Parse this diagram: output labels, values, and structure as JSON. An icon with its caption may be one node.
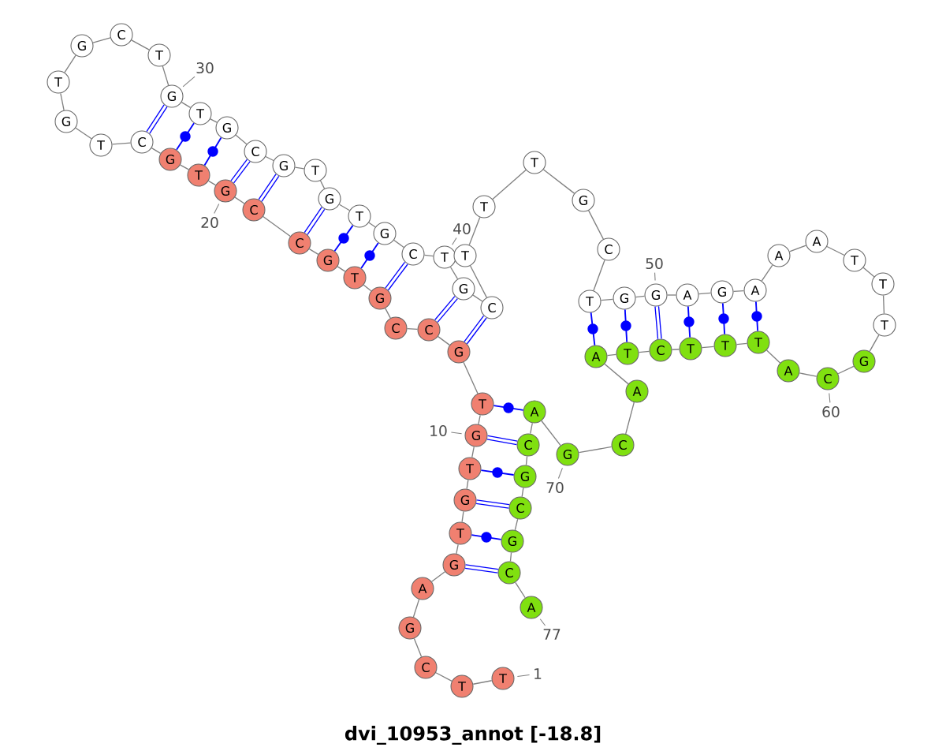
{
  "diagram": {
    "title": "dvi_10953_annot [-18.8]",
    "nodes": [
      {
        "text": [
          "T"
        ]
      },
      {
        "text": [
          "T"
        ]
      },
      {
        "text": [
          "C"
        ]
      },
      {
        "text": [
          "G"
        ]
      },
      {
        "text": [
          "A"
        ]
      },
      {
        "text": [
          "G"
        ]
      },
      {
        "text": [
          "T"
        ]
      },
      {
        "text": [
          "G"
        ]
      },
      {
        "text": [
          "T"
        ]
      },
      {
        "text": [
          "G"
        ]
      },
      {
        "text": [
          "T"
        ]
      },
      {
        "text": [
          "G"
        ]
      },
      {
        "text": [
          "C"
        ]
      },
      {
        "text": [
          "C"
        ]
      },
      {
        "text": [
          "G"
        ]
      },
      {
        "text": [
          "T"
        ]
      },
      {
        "text": [
          "G"
        ]
      },
      {
        "text": [
          "C"
        ]
      },
      {
        "text": [
          "C"
        ]
      },
      {
        "text": [
          "G"
        ]
      },
      {
        "text": [
          "T"
        ]
      },
      {
        "text": [
          "G"
        ]
      },
      {
        "text": [
          "C"
        ]
      },
      {
        "text": [
          "T"
        ]
      },
      {
        "text": [
          "G"
        ]
      },
      {
        "text": [
          "T"
        ]
      },
      {
        "text": [
          "G"
        ]
      },
      {
        "text": [
          "C"
        ]
      },
      {
        "text": [
          "T"
        ]
      },
      {
        "text": [
          "G"
        ]
      },
      {
        "text": [
          "T"
        ]
      },
      {
        "text": [
          "G"
        ]
      },
      {
        "text": [
          "C"
        ]
      },
      {
        "text": [
          "G"
        ]
      },
      {
        "text": [
          "T"
        ]
      },
      {
        "text": [
          "G"
        ]
      },
      {
        "text": [
          "T"
        ]
      },
      {
        "text": [
          "G"
        ]
      },
      {
        "text": [
          "C"
        ]
      },
      {
        "text": [
          "T"
        ]
      },
      {
        "text": [
          "G"
        ]
      },
      {
        "text": [
          "C"
        ]
      },
      {
        "text": [
          "T"
        ]
      },
      {
        "text": [
          "T"
        ]
      },
      {
        "text": [
          "T"
        ]
      },
      {
        "text": [
          "G"
        ]
      },
      {
        "text": [
          "C"
        ]
      },
      {
        "text": [
          "T"
        ]
      },
      {
        "text": [
          "G"
        ]
      },
      {
        "text": [
          "G"
        ]
      },
      {
        "text": [
          "A"
        ]
      },
      {
        "text": [
          "G"
        ]
      },
      {
        "text": [
          "A"
        ]
      },
      {
        "text": [
          "A"
        ]
      },
      {
        "text": [
          "A"
        ]
      },
      {
        "text": [
          "T"
        ]
      },
      {
        "text": [
          "T"
        ]
      },
      {
        "text": [
          "T"
        ]
      },
      {
        "text": [
          "G"
        ]
      },
      {
        "text": [
          "C"
        ]
      },
      {
        "text": [
          "A"
        ]
      },
      {
        "text": [
          "T"
        ]
      },
      {
        "text": [
          "T"
        ]
      },
      {
        "text": [
          "T"
        ]
      },
      {
        "text": [
          "C"
        ]
      },
      {
        "text": [
          "T"
        ]
      },
      {
        "text": [
          "A"
        ]
      },
      {
        "text": [
          "A"
        ]
      },
      {
        "text": [
          "C"
        ]
      },
      {
        "text": [
          "G"
        ]
      },
      {
        "text": [
          "A"
        ]
      },
      {
        "text": [
          "C"
        ]
      },
      {
        "text": [
          "G"
        ]
      },
      {
        "text": [
          "C"
        ]
      },
      {
        "text": [
          "G"
        ]
      },
      {
        "text": [
          "C"
        ]
      },
      {
        "text": [
          "A"
        ]
      },
      {
        "text": [
          "1"
        ]
      },
      {
        "text": [
          "10"
        ]
      },
      {
        "text": [
          "20"
        ]
      },
      {
        "text": [
          "30"
        ]
      },
      {
        "text": [
          "40"
        ]
      },
      {
        "text": [
          "50"
        ]
      },
      {
        "text": [
          "60"
        ]
      },
      {
        "text": [
          "70"
        ]
      },
      {
        "text": [
          "77"
        ]
      }
    ],
    "edges": [
      {
        "from": 0,
        "to": 1,
        "arrow": "none"
      },
      {
        "from": 1,
        "to": 2,
        "arrow": "none"
      },
      {
        "from": 2,
        "to": 3,
        "arrow": "none"
      },
      {
        "from": 3,
        "to": 4,
        "arrow": "none"
      },
      {
        "from": 4,
        "to": 5,
        "arrow": "none"
      },
      {
        "from": 5,
        "to": 6,
        "arrow": "none"
      },
      {
        "from": 6,
        "to": 7,
        "arrow": "none"
      },
      {
        "from": 7,
        "to": 8,
        "arrow": "none"
      },
      {
        "from": 8,
        "to": 9,
        "arrow": "none"
      },
      {
        "from": 9,
        "to": 10,
        "arrow": "none"
      },
      {
        "from": 10,
        "to": 11,
        "arrow": "none"
      },
      {
        "from": 11,
        "to": 12,
        "arrow": "none"
      },
      {
        "from": 12,
        "to": 13,
        "arrow": "none"
      },
      {
        "from": 13,
        "to": 14,
        "arrow": "none"
      },
      {
        "from": 14,
        "to": 15,
        "arrow": "none"
      },
      {
        "from": 15,
        "to": 16,
        "arrow": "none"
      },
      {
        "from": 16,
        "to": 17,
        "arrow": "none"
      },
      {
        "from": 17,
        "to": 18,
        "arrow": "none"
      },
      {
        "from": 18,
        "to": 19,
        "arrow": "none"
      },
      {
        "from": 19,
        "to": 20,
        "arrow": "none"
      },
      {
        "from": 20,
        "to": 21,
        "arrow": "none"
      },
      {
        "from": 21,
        "to": 22,
        "arrow": "none"
      },
      {
        "from": 22,
        "to": 23,
        "arrow": "none"
      },
      {
        "from": 23,
        "to": 24,
        "arrow": "none"
      },
      {
        "from": 24,
        "to": 25,
        "arrow": "none"
      },
      {
        "from": 25,
        "to": 26,
        "arrow": "none"
      },
      {
        "from": 26,
        "to": 27,
        "arrow": "none"
      },
      {
        "from": 27,
        "to": 28,
        "arrow": "none"
      },
      {
        "from": 28,
        "to": 29,
        "arrow": "none"
      },
      {
        "from": 29,
        "to": 30,
        "arrow": "none"
      },
      {
        "from": 30,
        "to": 31,
        "arrow": "none"
      },
      {
        "from": 31,
        "to": 32,
        "arrow": "none"
      },
      {
        "from": 32,
        "to": 33,
        "arrow": "none"
      },
      {
        "from": 33,
        "to": 34,
        "arrow": "none"
      },
      {
        "from": 34,
        "to": 35,
        "arrow": "none"
      },
      {
        "from": 35,
        "to": 36,
        "arrow": "none"
      },
      {
        "from": 36,
        "to": 37,
        "arrow": "none"
      },
      {
        "from": 37,
        "to": 38,
        "arrow": "none"
      },
      {
        "from": 38,
        "to": 39,
        "arrow": "none"
      },
      {
        "from": 39,
        "to": 40,
        "arrow": "none"
      },
      {
        "from": 40,
        "to": 41,
        "arrow": "none"
      },
      {
        "from": 41,
        "to": 42,
        "arrow": "none"
      },
      {
        "from": 42,
        "to": 43,
        "arrow": "none"
      },
      {
        "from": 43,
        "to": 44,
        "arrow": "none"
      },
      {
        "from": 44,
        "to": 45,
        "arrow": "none"
      },
      {
        "from": 45,
        "to": 46,
        "arrow": "none"
      },
      {
        "from": 46,
        "to": 47,
        "arrow": "none"
      },
      {
        "from": 47,
        "to": 48,
        "arrow": "none"
      },
      {
        "from": 48,
        "to": 49,
        "arrow": "none"
      },
      {
        "from": 49,
        "to": 50,
        "arrow": "none"
      },
      {
        "from": 50,
        "to": 51,
        "arrow": "none"
      },
      {
        "from": 51,
        "to": 52,
        "arrow": "none"
      },
      {
        "from": 52,
        "to": 53,
        "arrow": "none"
      },
      {
        "from": 53,
        "to": 54,
        "arrow": "none"
      },
      {
        "from": 54,
        "to": 55,
        "arrow": "none"
      },
      {
        "from": 55,
        "to": 56,
        "arrow": "none"
      },
      {
        "from": 56,
        "to": 57,
        "arrow": "none"
      },
      {
        "from": 57,
        "to": 58,
        "arrow": "none"
      },
      {
        "from": 58,
        "to": 59,
        "arrow": "none"
      },
      {
        "from": 59,
        "to": 60,
        "arrow": "none"
      },
      {
        "from": 60,
        "to": 61,
        "arrow": "none"
      },
      {
        "from": 61,
        "to": 62,
        "arrow": "none"
      },
      {
        "from": 62,
        "to": 63,
        "arrow": "none"
      },
      {
        "from": 63,
        "to": 64,
        "arrow": "none"
      },
      {
        "from": 64,
        "to": 65,
        "arrow": "none"
      },
      {
        "from": 65,
        "to": 66,
        "arrow": "none"
      },
      {
        "from": 66,
        "to": 67,
        "arrow": "none"
      },
      {
        "from": 67,
        "to": 68,
        "arrow": "none"
      },
      {
        "from": 68,
        "to": 69,
        "arrow": "none"
      },
      {
        "from": 69,
        "to": 70,
        "arrow": "none"
      },
      {
        "from": 70,
        "to": 71,
        "arrow": "none"
      },
      {
        "from": 71,
        "to": 72,
        "arrow": "none"
      },
      {
        "from": 72,
        "to": 73,
        "arrow": "none"
      },
      {
        "from": 73,
        "to": 74,
        "arrow": "none"
      },
      {
        "from": 74,
        "to": 75,
        "arrow": "none"
      },
      {
        "from": 75,
        "to": 76,
        "arrow": "none"
      },
      {
        "from": 22,
        "to": 29,
        "arrow": "none",
        "style": "thick",
        "color": "#0000ff"
      },
      {
        "from": 21,
        "to": 30,
        "arrow": "none",
        "color": "#0000ff"
      },
      {
        "from": 20,
        "to": 31,
        "arrow": "none",
        "color": "#0000ff"
      },
      {
        "from": 19,
        "to": 32,
        "arrow": "none",
        "style": "thick",
        "color": "#0000ff"
      },
      {
        "from": 18,
        "to": 33,
        "arrow": "none",
        "style": "thick",
        "color": "#0000ff"
      },
      {
        "from": 17,
        "to": 35,
        "arrow": "none",
        "style": "thick",
        "color": "#0000ff"
      },
      {
        "from": 16,
        "to": 36,
        "arrow": "none",
        "color": "#0000ff"
      },
      {
        "from": 15,
        "to": 37,
        "arrow": "none",
        "color": "#0000ff"
      },
      {
        "from": 14,
        "to": 38,
        "arrow": "none",
        "style": "thick",
        "color": "#0000ff"
      },
      {
        "from": 12,
        "to": 40,
        "arrow": "none",
        "style": "thick",
        "color": "#0000ff"
      },
      {
        "from": 11,
        "to": 41,
        "arrow": "none",
        "style": "thick",
        "color": "#0000ff"
      },
      {
        "from": 10,
        "to": 70,
        "arrow": "none",
        "color": "#0000ff"
      },
      {
        "from": 9,
        "to": 71,
        "arrow": "none",
        "style": "thick",
        "color": "#0000ff"
      },
      {
        "from": 8,
        "to": 72,
        "arrow": "none",
        "color": "#0000ff"
      },
      {
        "from": 7,
        "to": 73,
        "arrow": "none",
        "style": "thick",
        "color": "#0000ff"
      },
      {
        "from": 6,
        "to": 74,
        "arrow": "none",
        "color": "#0000ff"
      },
      {
        "from": 5,
        "to": 75,
        "arrow": "none",
        "style": "thick",
        "color": "#0000ff"
      },
      {
        "from": 47,
        "to": 66,
        "arrow": "none",
        "color": "#0000ff"
      },
      {
        "from": 48,
        "to": 65,
        "arrow": "none",
        "color": "#0000ff"
      },
      {
        "from": 49,
        "to": 64,
        "arrow": "none",
        "style": "thick",
        "color": "#0000ff"
      },
      {
        "from": 50,
        "to": 63,
        "arrow": "none",
        "color": "#0000ff"
      },
      {
        "from": 51,
        "to": 62,
        "arrow": "none",
        "color": "#0000ff"
      },
      {
        "from": 52,
        "to": 61,
        "arrow": "none",
        "color": "#0000ff"
      },
      {
        "from": 77,
        "to": 0,
        "arrow": "none"
      },
      {
        "from": 78,
        "to": 9,
        "arrow": "none"
      },
      {
        "from": 79,
        "to": 19,
        "arrow": "none"
      },
      {
        "from": 80,
        "to": 29,
        "arrow": "none"
      },
      {
        "from": 81,
        "to": 39,
        "arrow": "none"
      },
      {
        "from": 82,
        "to": 49,
        "arrow": "none"
      },
      {
        "from": 83,
        "to": 59,
        "arrow": "none"
      },
      {
        "from": 84,
        "to": 69,
        "arrow": "none"
      },
      {
        "from": 85,
        "to": 76,
        "arrow": "none"
      }
    ]
  }
}
